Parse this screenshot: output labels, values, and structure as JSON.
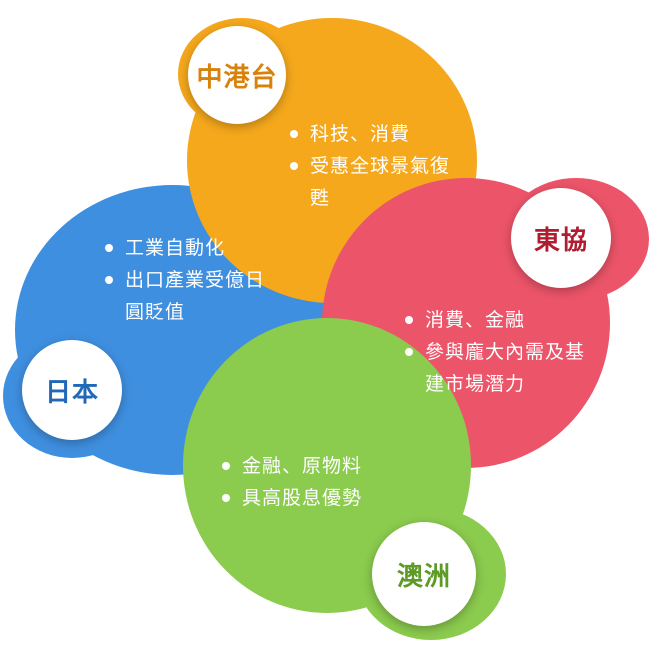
{
  "regions": [
    {
      "id": "hk",
      "label": "中港台",
      "color": "#F5A81C",
      "label_color": "#D9820B",
      "items": [
        "科技、消費",
        "受惠全球景氣復甦"
      ]
    },
    {
      "id": "asean",
      "label": "東協",
      "color": "#EC5469",
      "label_color": "#B01C30",
      "items": [
        "消費、金融",
        "參與龐大內需及基建市場潛力"
      ]
    },
    {
      "id": "japan",
      "label": "日本",
      "color": "#3F8FE0",
      "label_color": "#2168B6",
      "items": [
        "工業自動化",
        "出口產業受億日圓貶值"
      ]
    },
    {
      "id": "australia",
      "label": "澳洲",
      "color": "#8BCB4E",
      "label_color": "#5D9A26",
      "items": [
        "金融、原物料",
        "具高股息優勢"
      ]
    }
  ]
}
